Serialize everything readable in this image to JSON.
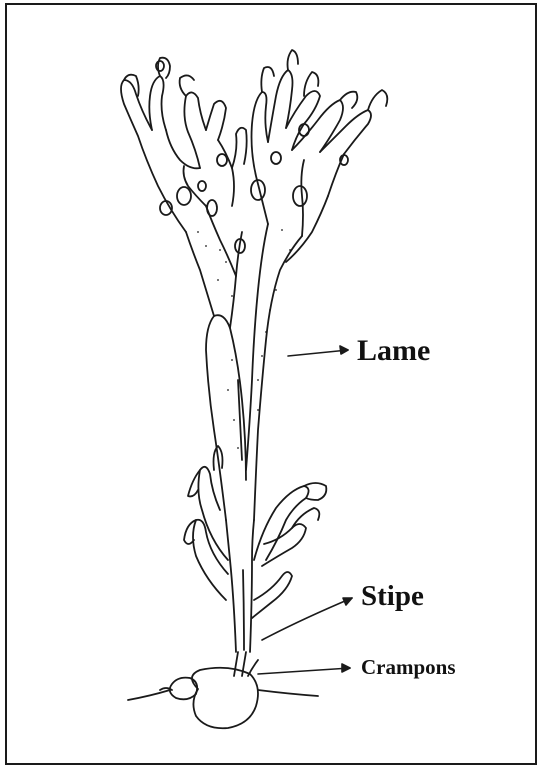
{
  "labels": {
    "lame": "Lame",
    "stipe": "Stipe",
    "crampons": "Crampons"
  },
  "colors": {
    "ink": "#1a1a1a",
    "background": "#ffffff"
  }
}
